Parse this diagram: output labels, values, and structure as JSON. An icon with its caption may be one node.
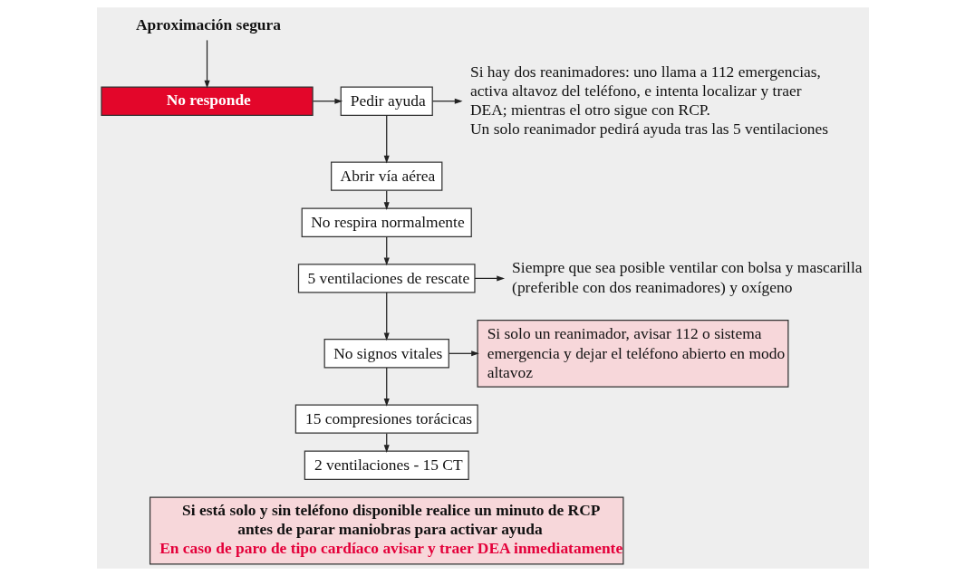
{
  "diagram": {
    "nodes": [
      {
        "text": [
          "Aproximación segura"
        ]
      },
      {
        "text": [
          "No responde"
        ]
      },
      {
        "text": [
          "Pedir ayuda"
        ]
      },
      {
        "text": [
          "Si hay dos reanimadores: uno llama a 112 emergencias, activa altavoz del teléfono, e intenta localizar y traer DEA; mientras el otro sigue con RCP.",
          "Un solo reanimador pedirá ayuda tras las 5 ventilaciones"
        ]
      },
      {
        "text": [
          "Abrir vía aérea"
        ]
      },
      {
        "text": [
          "No respira normalmente"
        ]
      },
      {
        "text": [
          "5 ventilaciones de rescate"
        ]
      },
      {
        "text": [
          "Siempre que sea posible ventilar con bolsa y mascarilla (preferible con dos reanimadores) y oxígeno"
        ]
      },
      {
        "text": [
          "No signos vitales"
        ]
      },
      {
        "text": [
          "Si solo un reanimador, avisar 112 o sistema emergencia y dejar el teléfono abierto en modo altavoz"
        ]
      },
      {
        "text": [
          "15 compresiones torácicas"
        ]
      },
      {
        "text": [
          "2 ventilaciones - 15 CT"
        ]
      },
      {
        "text": [
          "Si está solo y sin teléfono disponible realice un minuto de RCP antes de parar maniobras para activar ayuda",
          "En caso de paro de tipo cardíaco avisar y traer DEA inmediatamente"
        ]
      }
    ],
    "edges": [
      {
        "from": 0,
        "to": 1,
        "arrow": "to"
      },
      {
        "from": 1,
        "to": 2,
        "arrow": "to"
      },
      {
        "from": 2,
        "to": 3,
        "arrow": "to"
      },
      {
        "from": 2,
        "to": 4,
        "arrow": "to"
      },
      {
        "from": 4,
        "to": 5,
        "arrow": "to"
      },
      {
        "from": 5,
        "to": 6,
        "arrow": "to"
      },
      {
        "from": 6,
        "to": 7,
        "arrow": "to"
      },
      {
        "from": 6,
        "to": 8,
        "arrow": "to"
      },
      {
        "from": 8,
        "to": 9,
        "arrow": "to"
      },
      {
        "from": 8,
        "to": 10,
        "arrow": "to"
      },
      {
        "from": 10,
        "to": 11,
        "arrow": "to"
      }
    ]
  }
}
